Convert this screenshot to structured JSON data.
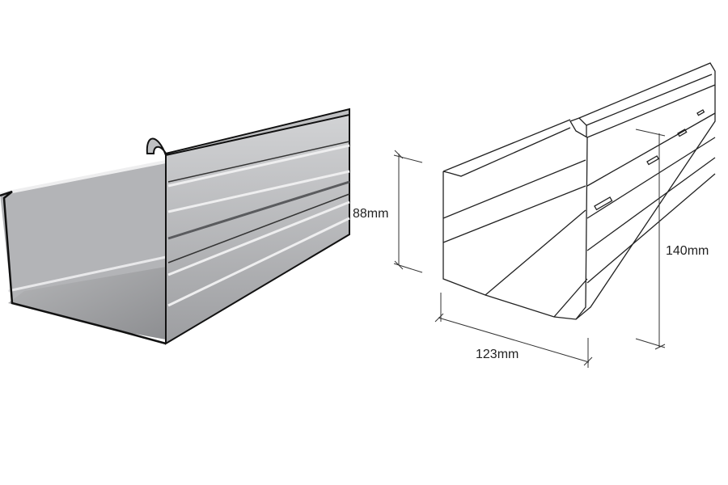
{
  "dimensions": {
    "height_small": "88mm",
    "height_large": "140mm",
    "width": "123mm"
  },
  "colors": {
    "metal_light": "#c9cacc",
    "metal_mid": "#a9aaad",
    "metal_dark": "#7d7e82",
    "outline": "#222222"
  }
}
